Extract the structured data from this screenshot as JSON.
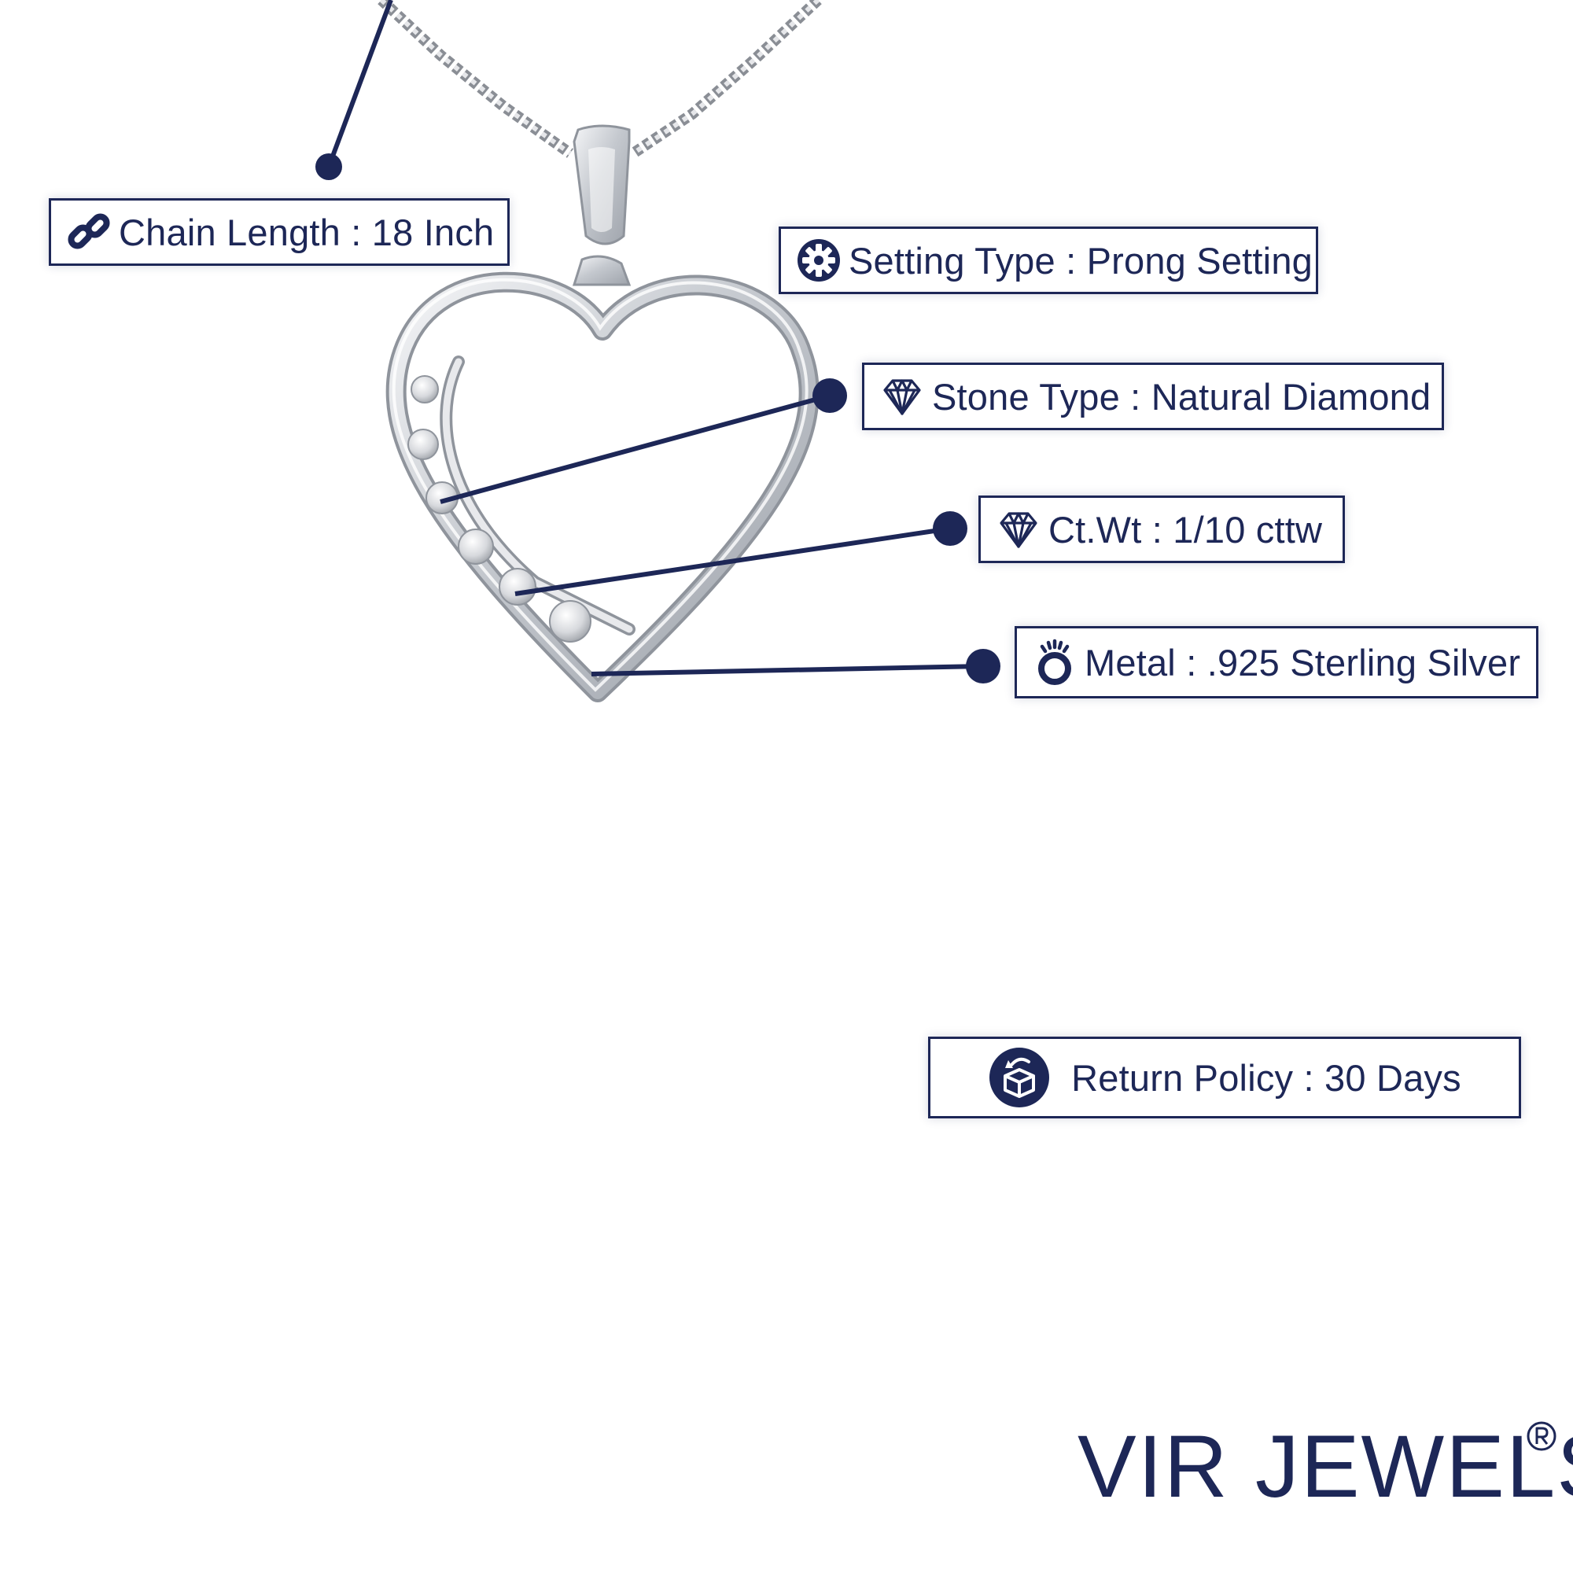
{
  "labels": {
    "chain_length": {
      "text": "Chain Length : 18 Inch",
      "icon": "chain-link-icon"
    },
    "setting_type": {
      "text": "Setting Type : Prong Setting",
      "icon": "gear-icon"
    },
    "stone_type": {
      "text": "Stone Type : Natural Diamond",
      "icon": "diamond-icon"
    },
    "carat_weight": {
      "text": "Ct.Wt : 1/10 cttw",
      "icon": "diamond-icon"
    },
    "metal": {
      "text": "Metal : .925 Sterling Silver",
      "icon": "ring-icon"
    },
    "return_policy": {
      "text": "Return Policy : 30 Days",
      "icon": "return-box-icon"
    }
  },
  "brand": {
    "name": "VIR JEWELS",
    "mark": "®"
  },
  "colors": {
    "navy": "#1d2757",
    "silver": "#c9ccd2",
    "silver_dark": "#8f949c",
    "background": "#ffffff"
  }
}
